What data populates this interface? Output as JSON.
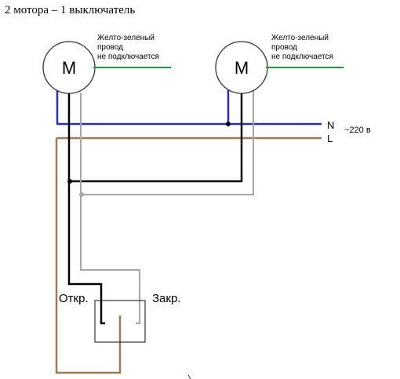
{
  "title": "2 мотора – 1 выключатель",
  "motors": [
    {
      "label": "M",
      "note_lines": [
        "Желто-зеленый",
        "провод",
        "не подключается"
      ]
    },
    {
      "label": "M",
      "note_lines": [
        "Желто-зеленый",
        "провод",
        "не подключается"
      ]
    }
  ],
  "supply": {
    "neutral_label": "N",
    "line_label": "L",
    "voltage_label": "~220 в"
  },
  "switch": {
    "open_label": "Откр.",
    "close_label": "Закр."
  },
  "colors": {
    "neutral": "#2b2bbf",
    "phase": "#9c7a55",
    "black_wire": "#000000",
    "grey_wire": "#a6a6a6",
    "ground_wire": "#1a9e3a",
    "outline": "#333333"
  }
}
